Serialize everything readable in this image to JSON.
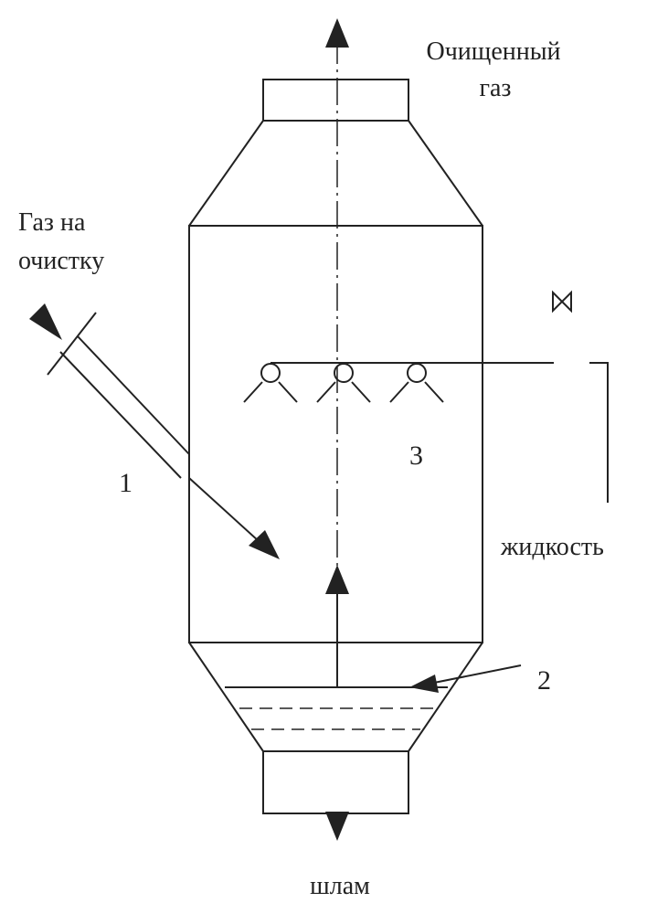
{
  "labels": {
    "clean_gas_line1": "Очищенный",
    "clean_gas_line2": "газ",
    "inlet_line1": "Газ на",
    "inlet_line2": "очистку",
    "liquid": "жидкость",
    "sludge": "шлам",
    "num_inlet_pipe": "1",
    "num_liquid_level": "2",
    "num_sprayers": "3"
  },
  "colors": {
    "stroke": "#222222",
    "background": "#ffffff"
  }
}
